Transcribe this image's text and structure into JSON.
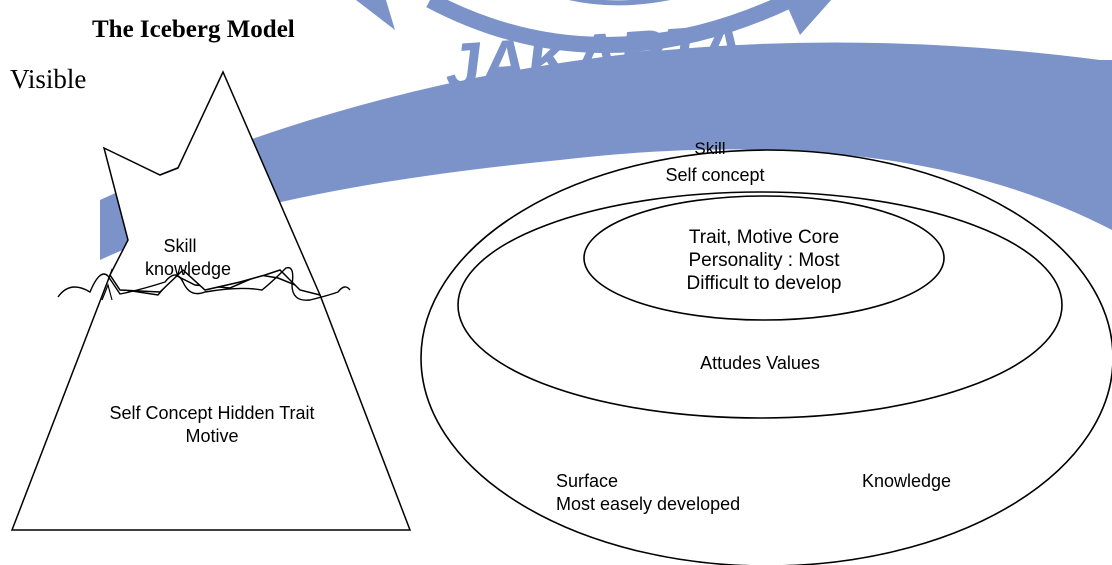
{
  "watermark": {
    "text": "JAKARTA",
    "color": "#7b93c9"
  },
  "title": "The Iceberg Model",
  "visible_label": "Visible",
  "iceberg": {
    "above_line": [
      "Skill",
      "knowledge"
    ],
    "below_line": [
      "Self Concept Hidden Trait",
      "Motive"
    ]
  },
  "circles": {
    "outer": "Skill",
    "middle": "Self concept",
    "core": [
      "Trait, Motive Core",
      "Personality : Most",
      "Difficult to develop"
    ],
    "middle_lower": "Attudes Values",
    "surface": [
      "Surface",
      "Most easely developed"
    ],
    "knowledge": "Knowledge"
  }
}
